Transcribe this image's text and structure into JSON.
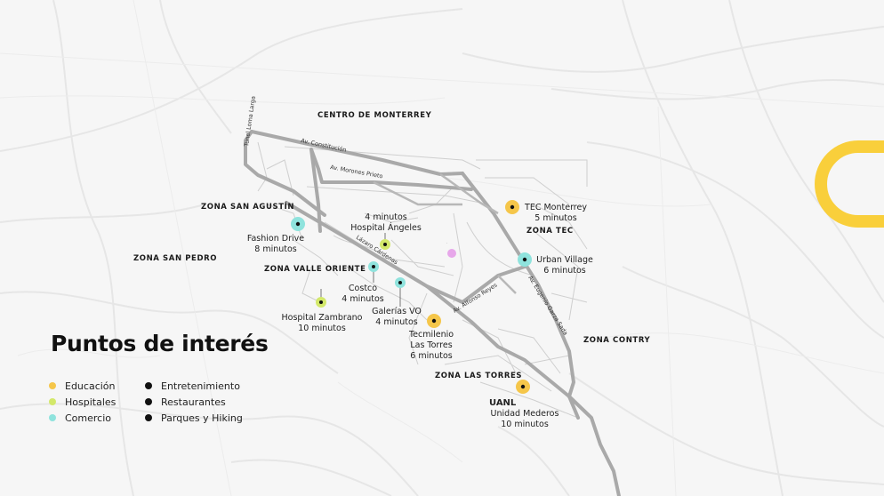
{
  "colors": {
    "education": "#f5c64a",
    "hospital": "#d3e86a",
    "commerce": "#8fe3dd",
    "black": "#111111",
    "road": "#a9a9a9",
    "accent": "#f9cf3b"
  },
  "title": "Puntos de interés",
  "legend": {
    "left": [
      {
        "label": "Educación",
        "icon": "education-dot"
      },
      {
        "label": "Hospitales",
        "icon": "hospital-dot"
      },
      {
        "label": "Comercio",
        "icon": "commerce-dot"
      }
    ],
    "right": [
      {
        "label": "Entretenimiento",
        "icon": "black-dot"
      },
      {
        "label": "Restaurantes",
        "icon": "black-dot"
      },
      {
        "label": "Parques y Hiking",
        "icon": "black-dot"
      }
    ]
  },
  "zones": {
    "centro": "CENTRO DE MONTERREY",
    "san_agustin": "ZONA SAN AGUSTÍN",
    "san_pedro": "ZONA SAN PEDRO",
    "valle_oriente": "ZONA VALLE ORIENTE",
    "tec": "ZONA TEC",
    "contry": "ZONA CONTRY",
    "las_torres": "ZONA LAS TORRES"
  },
  "streets": {
    "tunel": "Tunel Loma Larga",
    "constitucion": "Av. Constitución",
    "morones": "Av. Morones Prieto",
    "lazaro": "Lázaro Cárdenas",
    "alfonso": "Av. Alfonso Reyes",
    "garza_sada": "Av. Eugenio Garza Sada"
  },
  "pois": {
    "fashion_drive": {
      "title": "Fashion Drive",
      "detail": "8 minutos",
      "category": "commerce"
    },
    "hospital_angeles": {
      "title": "Hospital Ángeles",
      "detail": "4 minutos",
      "category": "hospital"
    },
    "costco": {
      "title": "Costco",
      "detail": "4 minutos",
      "category": "commerce"
    },
    "hospital_zambrano": {
      "title": "Hospital Zambrano",
      "detail": "10 minutos",
      "category": "hospital"
    },
    "galerias_vo": {
      "title": "Galerías VO",
      "detail": "4 minutos",
      "category": "commerce"
    },
    "tecmilenio": {
      "title": "Tecmilenio",
      "title2": "Las Torres",
      "detail": "6 minutos",
      "category": "education"
    },
    "tec_monterrey": {
      "title": "TEC Monterrey",
      "detail": "5 minutos",
      "category": "education"
    },
    "urban_village": {
      "title": "Urban Village",
      "detail": "6 minutos",
      "category": "commerce"
    },
    "uanl": {
      "title": "UANL",
      "title2": "Unidad Mederos",
      "detail": "10 minutos",
      "category": "education"
    }
  }
}
